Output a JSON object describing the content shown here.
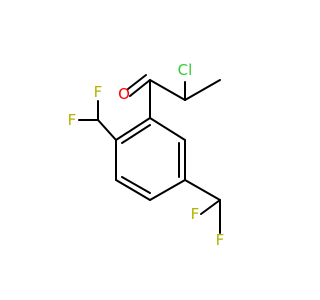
{
  "molecule": {
    "atoms": {
      "o_label": {
        "text": "O",
        "color": "#ff0000"
      },
      "cl_label": {
        "text": "Cl",
        "color": "#33cc33"
      },
      "f1_label": {
        "text": "F",
        "color": "#b3b300"
      },
      "f2_label": {
        "text": "F",
        "color": "#b3b300"
      },
      "f3_label": {
        "text": "F",
        "color": "#b3b300"
      },
      "f4_label": {
        "text": "F",
        "color": "#b3b300"
      }
    },
    "colors": {
      "bond": "#000000",
      "oxygen": "#ff0000",
      "chlorine": "#33cc33",
      "fluorine": "#b3b300"
    }
  }
}
